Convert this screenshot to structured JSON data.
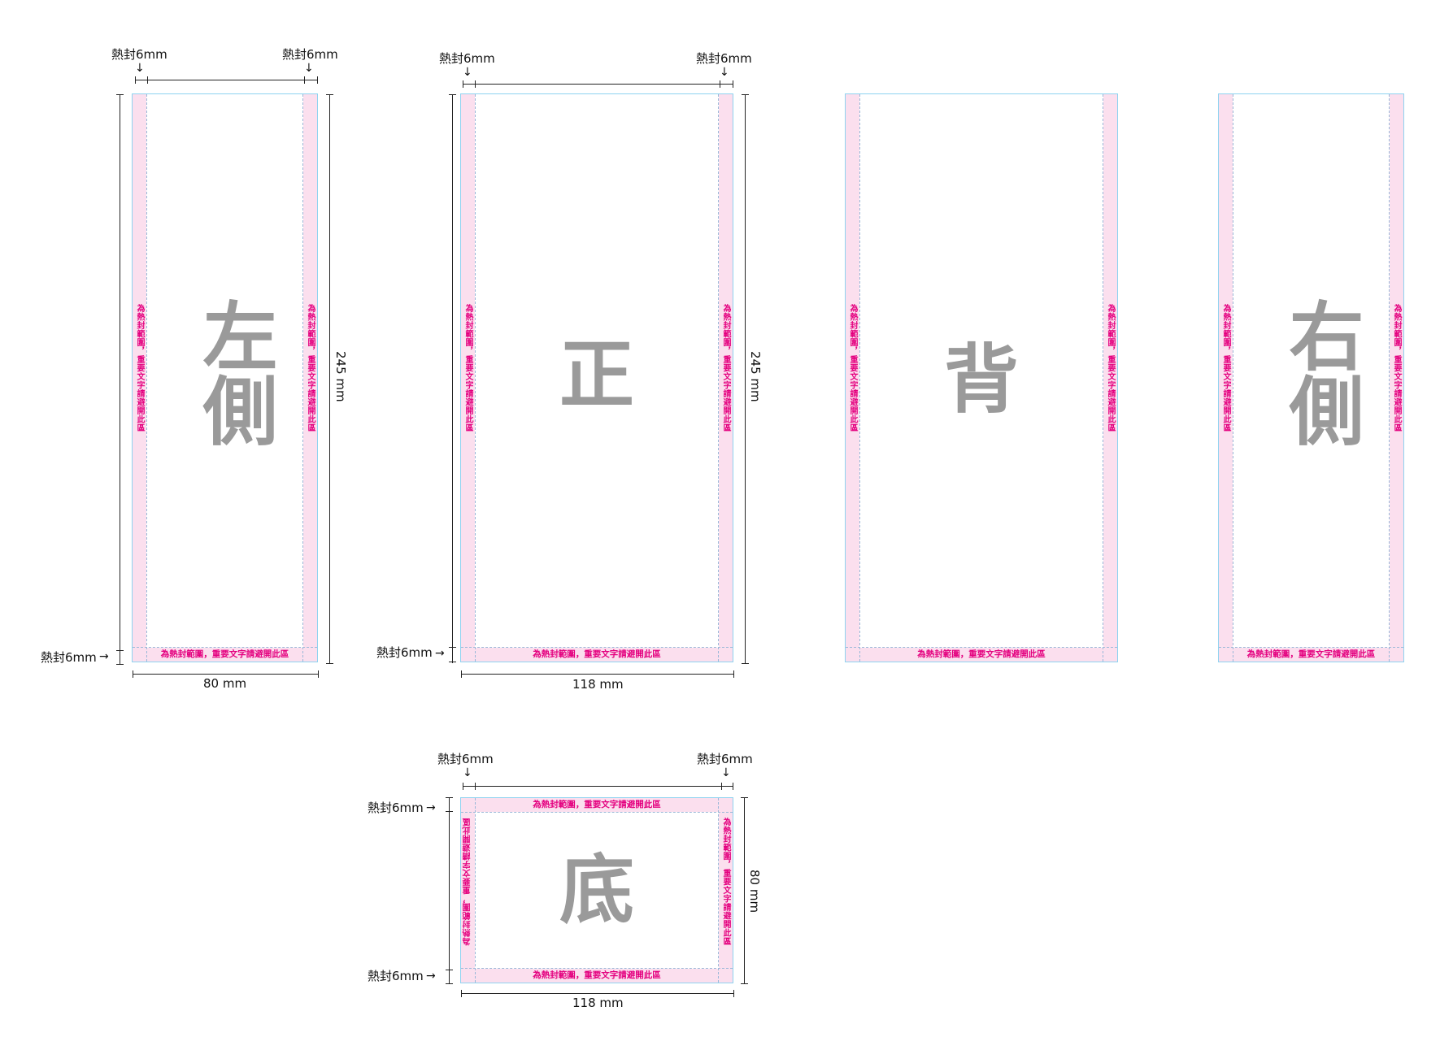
{
  "labels": {
    "seal": "熱封6mm",
    "seal_note": "為熱封範圍，重要文字請避開此區",
    "width_small": "80 mm",
    "width_large": "118 mm",
    "height_tall": "245 mm",
    "height_bottom": "80 mm"
  },
  "panels": {
    "left": {
      "title": "左側"
    },
    "front": {
      "title": "正"
    },
    "back": {
      "title": "背"
    },
    "right": {
      "title": "右側"
    },
    "bottom": {
      "title": "底"
    }
  },
  "colors": {
    "seal_band": "#fbdfee",
    "seal_text": "#e4007f",
    "trim_line": "#8fd3f0",
    "safe_dash": "#9ab8d8",
    "big_label": "#9a9a9a"
  },
  "arrows": {
    "down": "↓",
    "right": "→"
  }
}
